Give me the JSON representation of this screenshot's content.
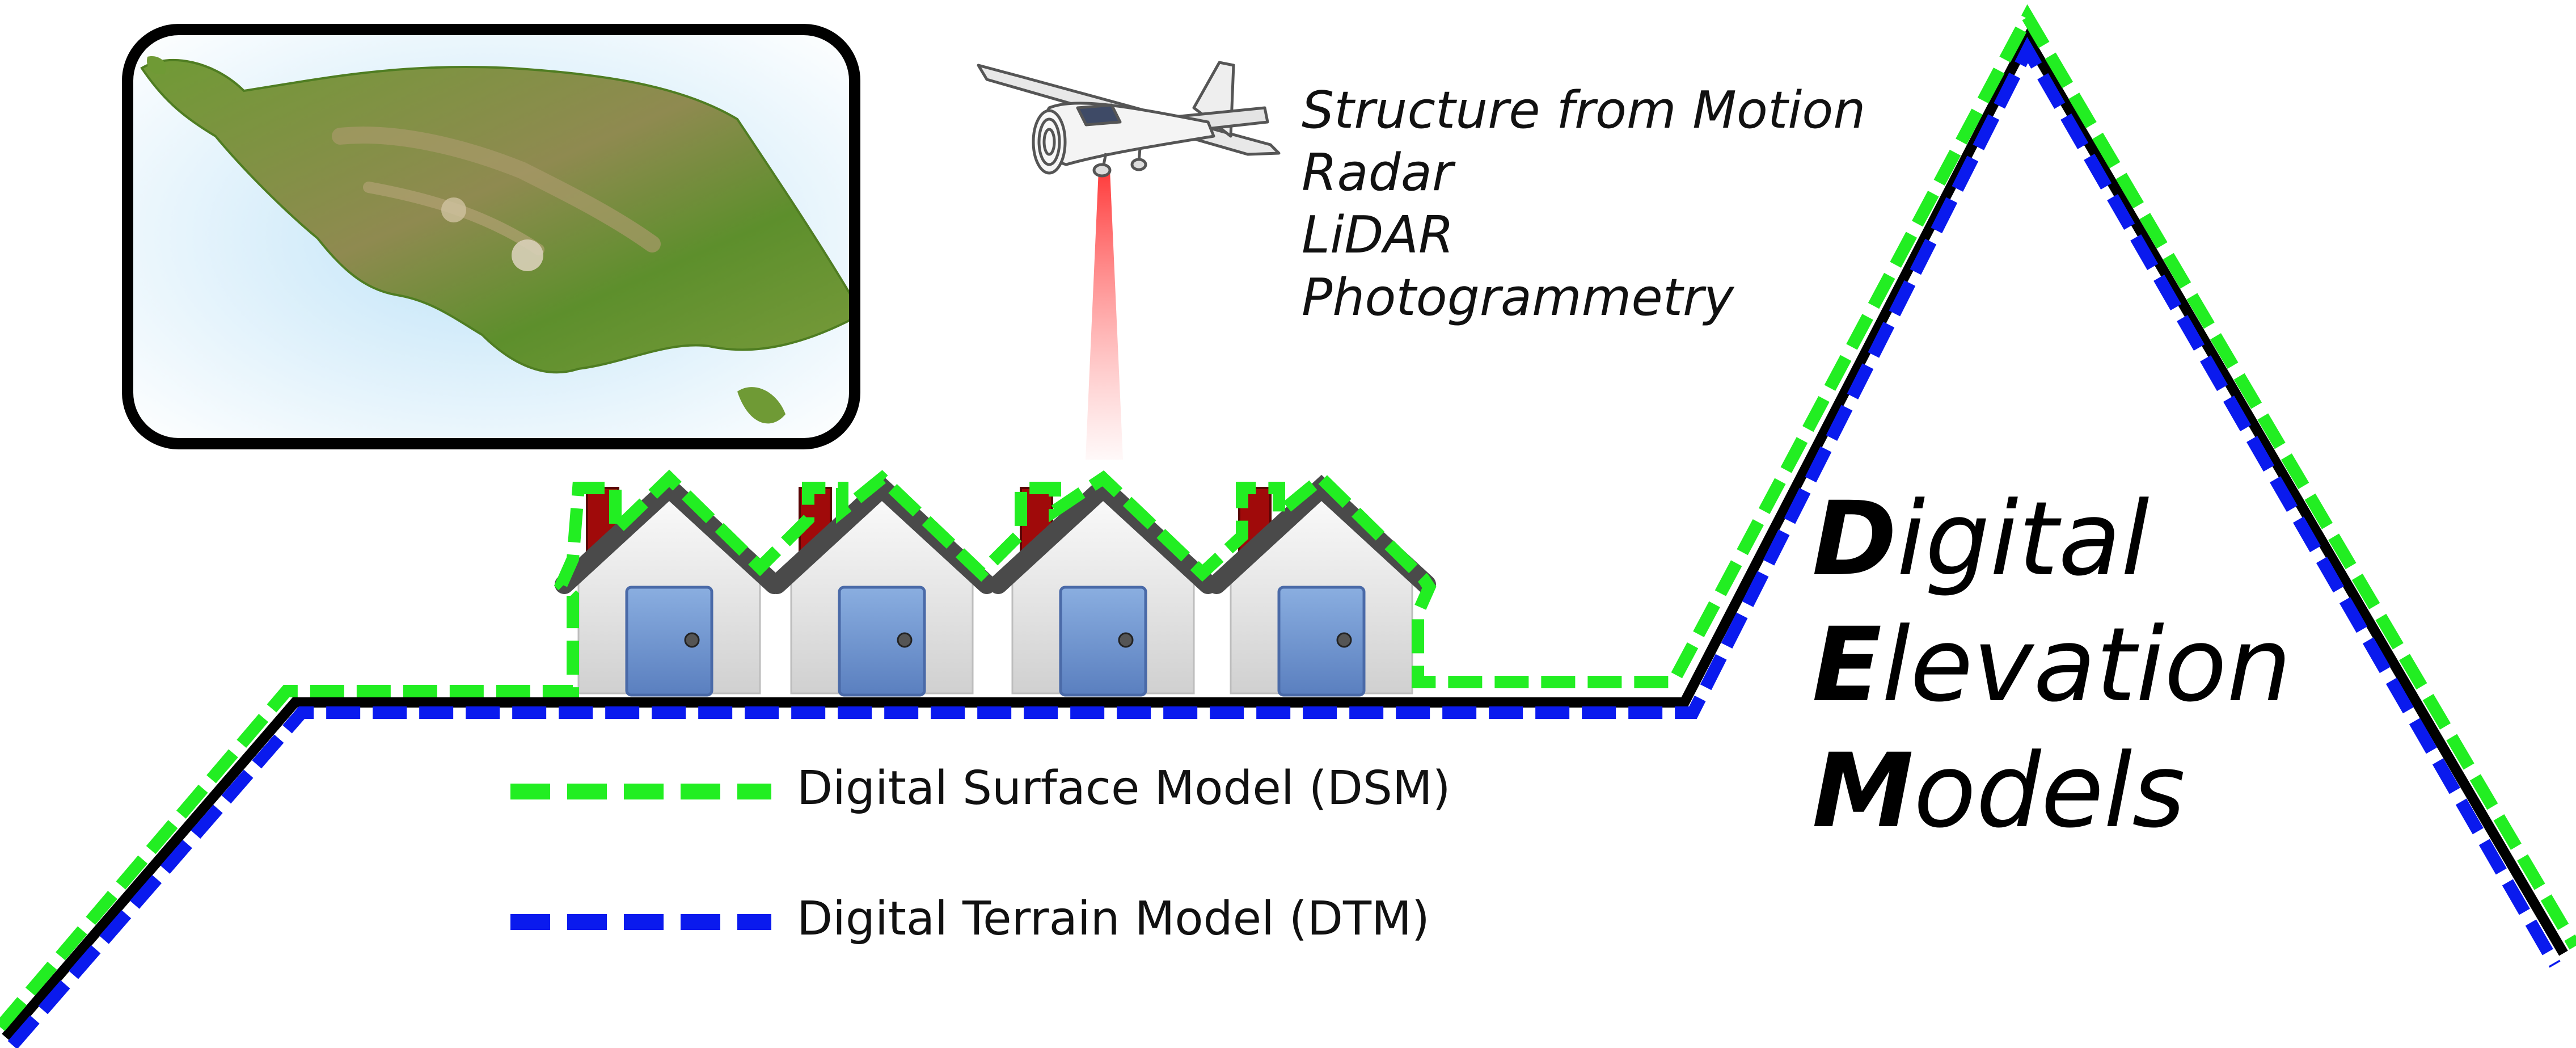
{
  "methods": [
    "Structure from Motion",
    "Radar",
    "LiDAR",
    "Photogrammetry"
  ],
  "legend": [
    {
      "label": "Digital Surface Model (DSM)",
      "color": "#22ee22"
    },
    {
      "label": "Digital Terrain Model (DTM)",
      "color": "#0a1aee"
    }
  ],
  "title": {
    "lines": [
      {
        "initial": "D",
        "rest": "igital"
      },
      {
        "initial": "E",
        "rest": "levation"
      },
      {
        "initial": "M",
        "rest": "odels"
      }
    ]
  },
  "colors": {
    "dsm": "#22ee22",
    "dtm": "#0a1aee",
    "ground": "#000000",
    "roof": "#4a4a4a",
    "chimney": "#a00a0a",
    "door": "#6a8fcc",
    "beam": "#ff5c5c"
  },
  "icons": [
    "map-inset-icon",
    "airplane-icon",
    "house-icon",
    "chimney-icon",
    "door-icon"
  ]
}
